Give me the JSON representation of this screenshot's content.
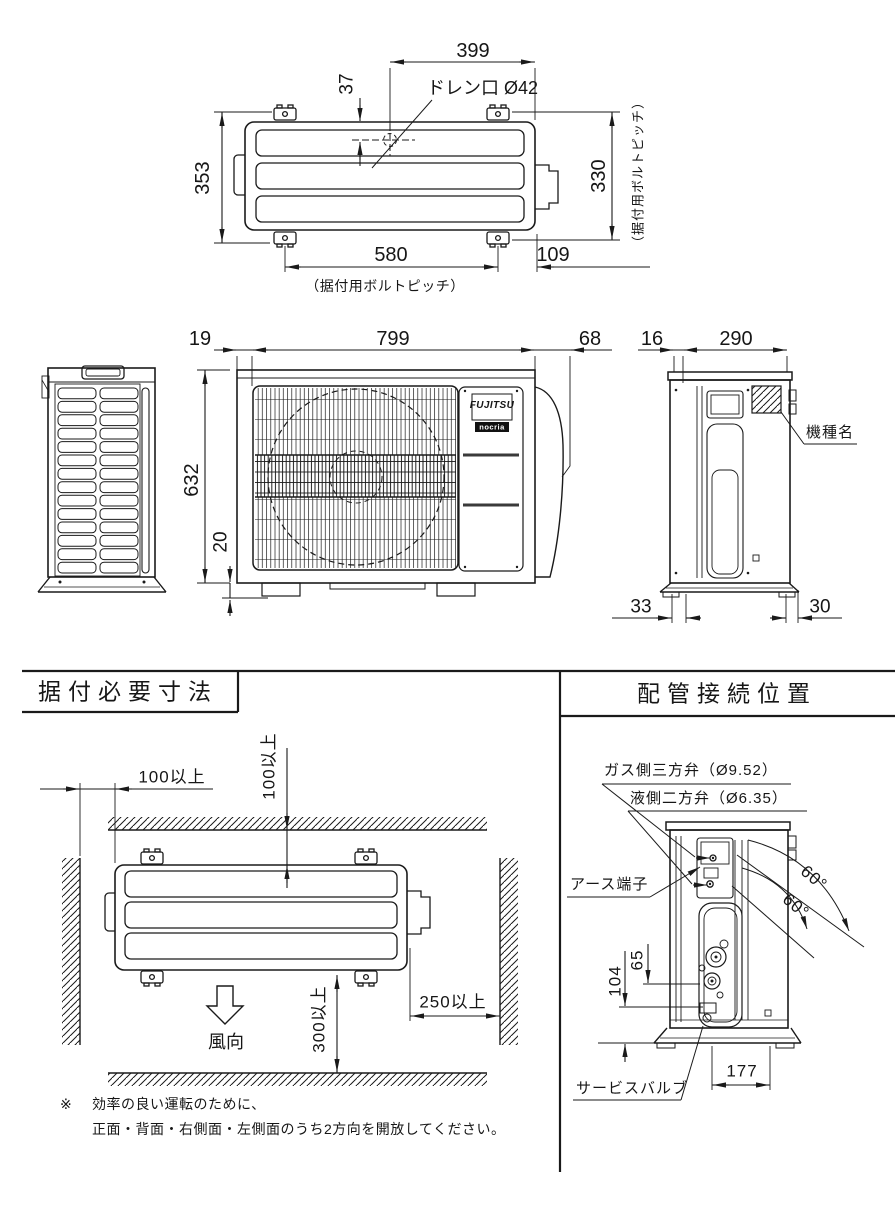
{
  "page": {
    "line_color": "#1a1a1a",
    "background": "#ffffff"
  },
  "top_view": {
    "dim_width_top": "399",
    "dim_drain_offset": "37",
    "drain_label": "ドレン口 Ø42",
    "dim_depth": "353",
    "dim_bolt_pitch_depth": "330",
    "bolt_pitch_note_right": "（据付用ボルトピッチ）",
    "dim_bolt_pitch_width": "580",
    "bolt_pitch_note_bottom": "（据付用ボルトピッチ）",
    "dim_right_offset": "109"
  },
  "front_view": {
    "dim_left_offset": "19",
    "dim_width": "799",
    "dim_right_offset": "68",
    "dim_height": "632",
    "dim_base_height": "20",
    "brand": "FUJITSU",
    "brand_sub": "nocria"
  },
  "side_view": {
    "dim_front_offset": "16",
    "dim_depth": "290",
    "model_label": "機種名",
    "dim_foot_left": "33",
    "dim_foot_right": "30"
  },
  "install_section": {
    "heading": "据付必要寸法",
    "clearance_left": "100以上",
    "clearance_back": "100以上",
    "clearance_front": "300以上",
    "clearance_side": "250以上",
    "airflow_label": "風向",
    "note_mark": "※",
    "note_line1": "効率の良い運転のために、",
    "note_line2": "正面・背面・右側面・左側面のうち2方向を開放してください。"
  },
  "piping_section": {
    "heading": "配管接続位置",
    "gas_valve_label": "ガス側三方弁（Ø9.52）",
    "liquid_valve_label": "液側二方弁（Ø6.35）",
    "earth_label": "アース端子",
    "angle_gas": "60°",
    "angle_liquid": "60°",
    "dim_gas_height": "104",
    "dim_liquid_height": "65",
    "dim_service_offset": "177",
    "service_valve_label": "サービスバルブ"
  }
}
